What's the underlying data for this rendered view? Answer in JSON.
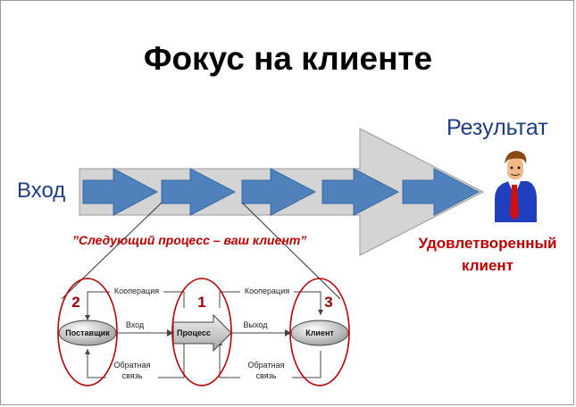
{
  "slide": {
    "title": "Фокус на клиенте",
    "input_label": "Вход",
    "result_label": "Результат",
    "satisfied_line1": "Удовлетворенный",
    "satisfied_line2": "клиент",
    "slogan": "”Следующий процесс – ваш клиент”"
  },
  "flow": {
    "nodes": [
      {
        "number": "2",
        "label": "Поставщик"
      },
      {
        "number": "1",
        "label": "Процесс"
      },
      {
        "number": "3",
        "label": "Клиент"
      }
    ],
    "cooperation_label": "Кооперация",
    "input_label": "Вход",
    "output_label": "Выход",
    "feedback_line1": "Обратная",
    "feedback_line2": "связь"
  },
  "colors": {
    "arrow_fill": "#4f81bd",
    "band_fill": "#d4d4d4",
    "circle": "#c00000",
    "accent_text": "#c00000",
    "title_text": "#1f3c88"
  },
  "icons": {
    "customer": "businessman-icon"
  }
}
